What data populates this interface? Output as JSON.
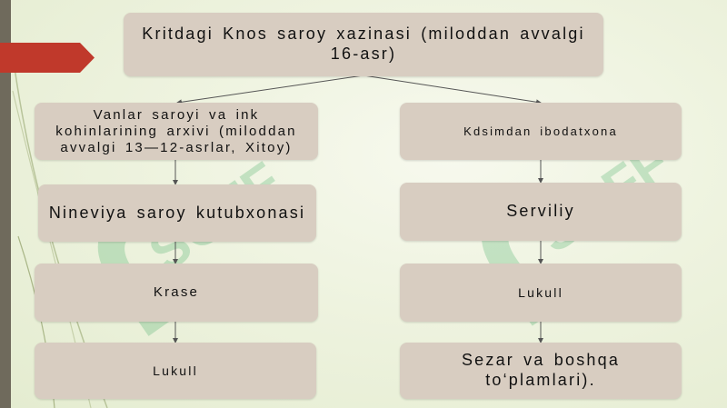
{
  "diagram": {
    "root": "Kritdagi Knos saroy xazinasi (miloddan avvalgi 16-asr)",
    "left_branch": [
      "Vanlar saroyi va ink kohinlarining arxivi (miloddan avvalgi 13—12-asrlar, Xitoy)",
      "Nineviya saroy kutubxonasi",
      "Krase",
      "Lukull"
    ],
    "right_branch": [
      "Kdsimdan ibodatxona",
      "Serviliy",
      "Lukull",
      "Sezar va boshqa to‘plamlari)."
    ]
  },
  "watermark": {
    "text": "SOFF",
    "color": "#4caf6a"
  },
  "colors": {
    "box_fill": "#d8cdc1",
    "accent_red": "#c0392b",
    "side_bar": "#6f6a5c",
    "arrow": "#555555"
  }
}
